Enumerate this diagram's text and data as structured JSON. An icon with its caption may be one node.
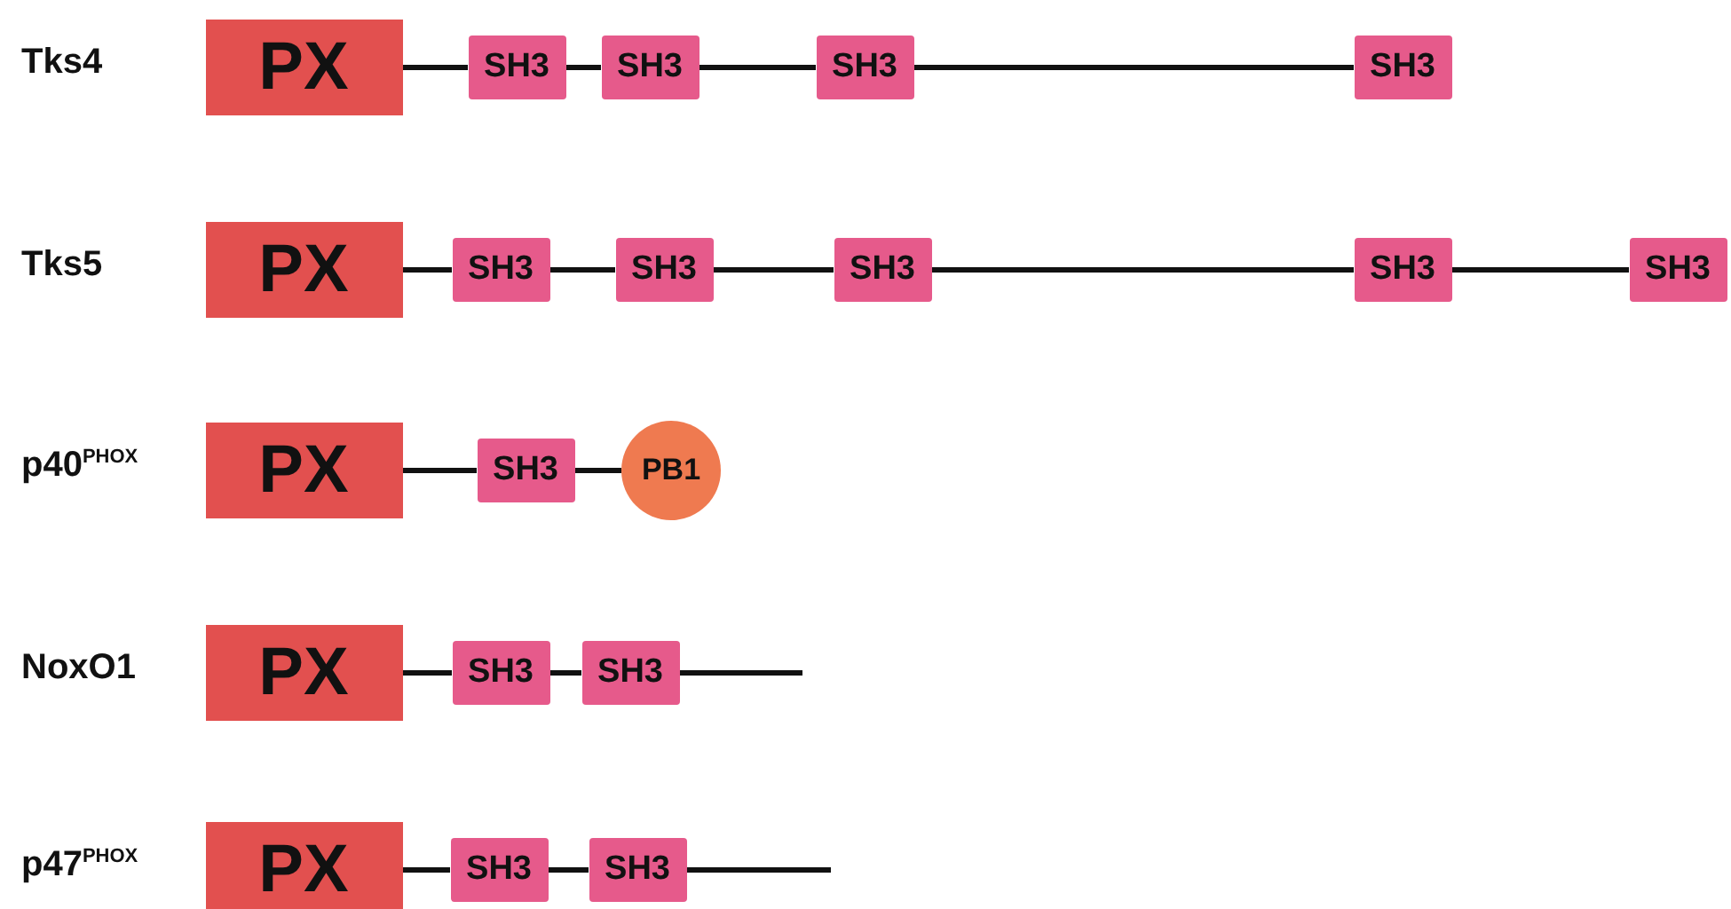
{
  "diagram": {
    "nodes": [
      {
        "text": [
          "PX"
        ],
        "beside": [
          "Tks4"
        ]
      },
      {
        "text": [
          "SH3"
        ]
      },
      {
        "text": [
          "SH3"
        ]
      },
      {
        "text": [
          "SH3"
        ]
      },
      {
        "text": [
          "SH3"
        ]
      },
      {
        "text": [
          "PX"
        ],
        "beside": [
          "Tks5"
        ]
      },
      {
        "text": [
          "SH3"
        ]
      },
      {
        "text": [
          "SH3"
        ]
      },
      {
        "text": [
          "SH3"
        ]
      },
      {
        "text": [
          "SH3"
        ]
      },
      {
        "text": [
          "SH3"
        ]
      },
      {
        "text": [
          "PX"
        ],
        "beside": [
          "p40$^{PHOX}$"
        ]
      },
      {
        "text": [
          "SH3"
        ]
      },
      {
        "text": [
          "PB1"
        ]
      },
      {
        "text": [
          "PX"
        ],
        "beside": [
          "NoxO1"
        ]
      },
      {
        "text": [
          "SH3"
        ]
      },
      {
        "text": [
          "SH3"
        ]
      },
      {
        "text": [
          "PX"
        ],
        "beside": [
          "p47$^{PHOX}$"
        ]
      },
      {
        "text": [
          "SH3"
        ]
      },
      {
        "text": [
          "SH3"
        ]
      }
    ],
    "edges": [
      {
        "from": 0,
        "to": 1,
        "arrow": "none"
      },
      {
        "from": 1,
        "to": 2,
        "arrow": "none"
      },
      {
        "from": 2,
        "to": 3,
        "arrow": "none"
      },
      {
        "from": 3,
        "to": 4,
        "arrow": "none"
      },
      {
        "from": 5,
        "to": 6,
        "arrow": "none"
      },
      {
        "from": 6,
        "to": 7,
        "arrow": "none"
      },
      {
        "from": 7,
        "to": 8,
        "arrow": "none"
      },
      {
        "from": 8,
        "to": 9,
        "arrow": "none"
      },
      {
        "from": 9,
        "to": 10,
        "arrow": "none"
      },
      {
        "from": 11,
        "to": 12,
        "arrow": "none"
      },
      {
        "from": 12,
        "to": 13,
        "arrow": "none"
      },
      {
        "from": 14,
        "to": 15,
        "arrow": "none"
      },
      {
        "from": 15,
        "to": 16,
        "arrow": "none"
      },
      {
        "from": 16,
        "to": null,
        "arrow": "none"
      },
      {
        "from": 17,
        "to": 18,
        "arrow": "none"
      },
      {
        "from": 18,
        "to": 19,
        "arrow": "none"
      },
      {
        "from": 19,
        "to": null,
        "arrow": "none"
      }
    ]
  }
}
